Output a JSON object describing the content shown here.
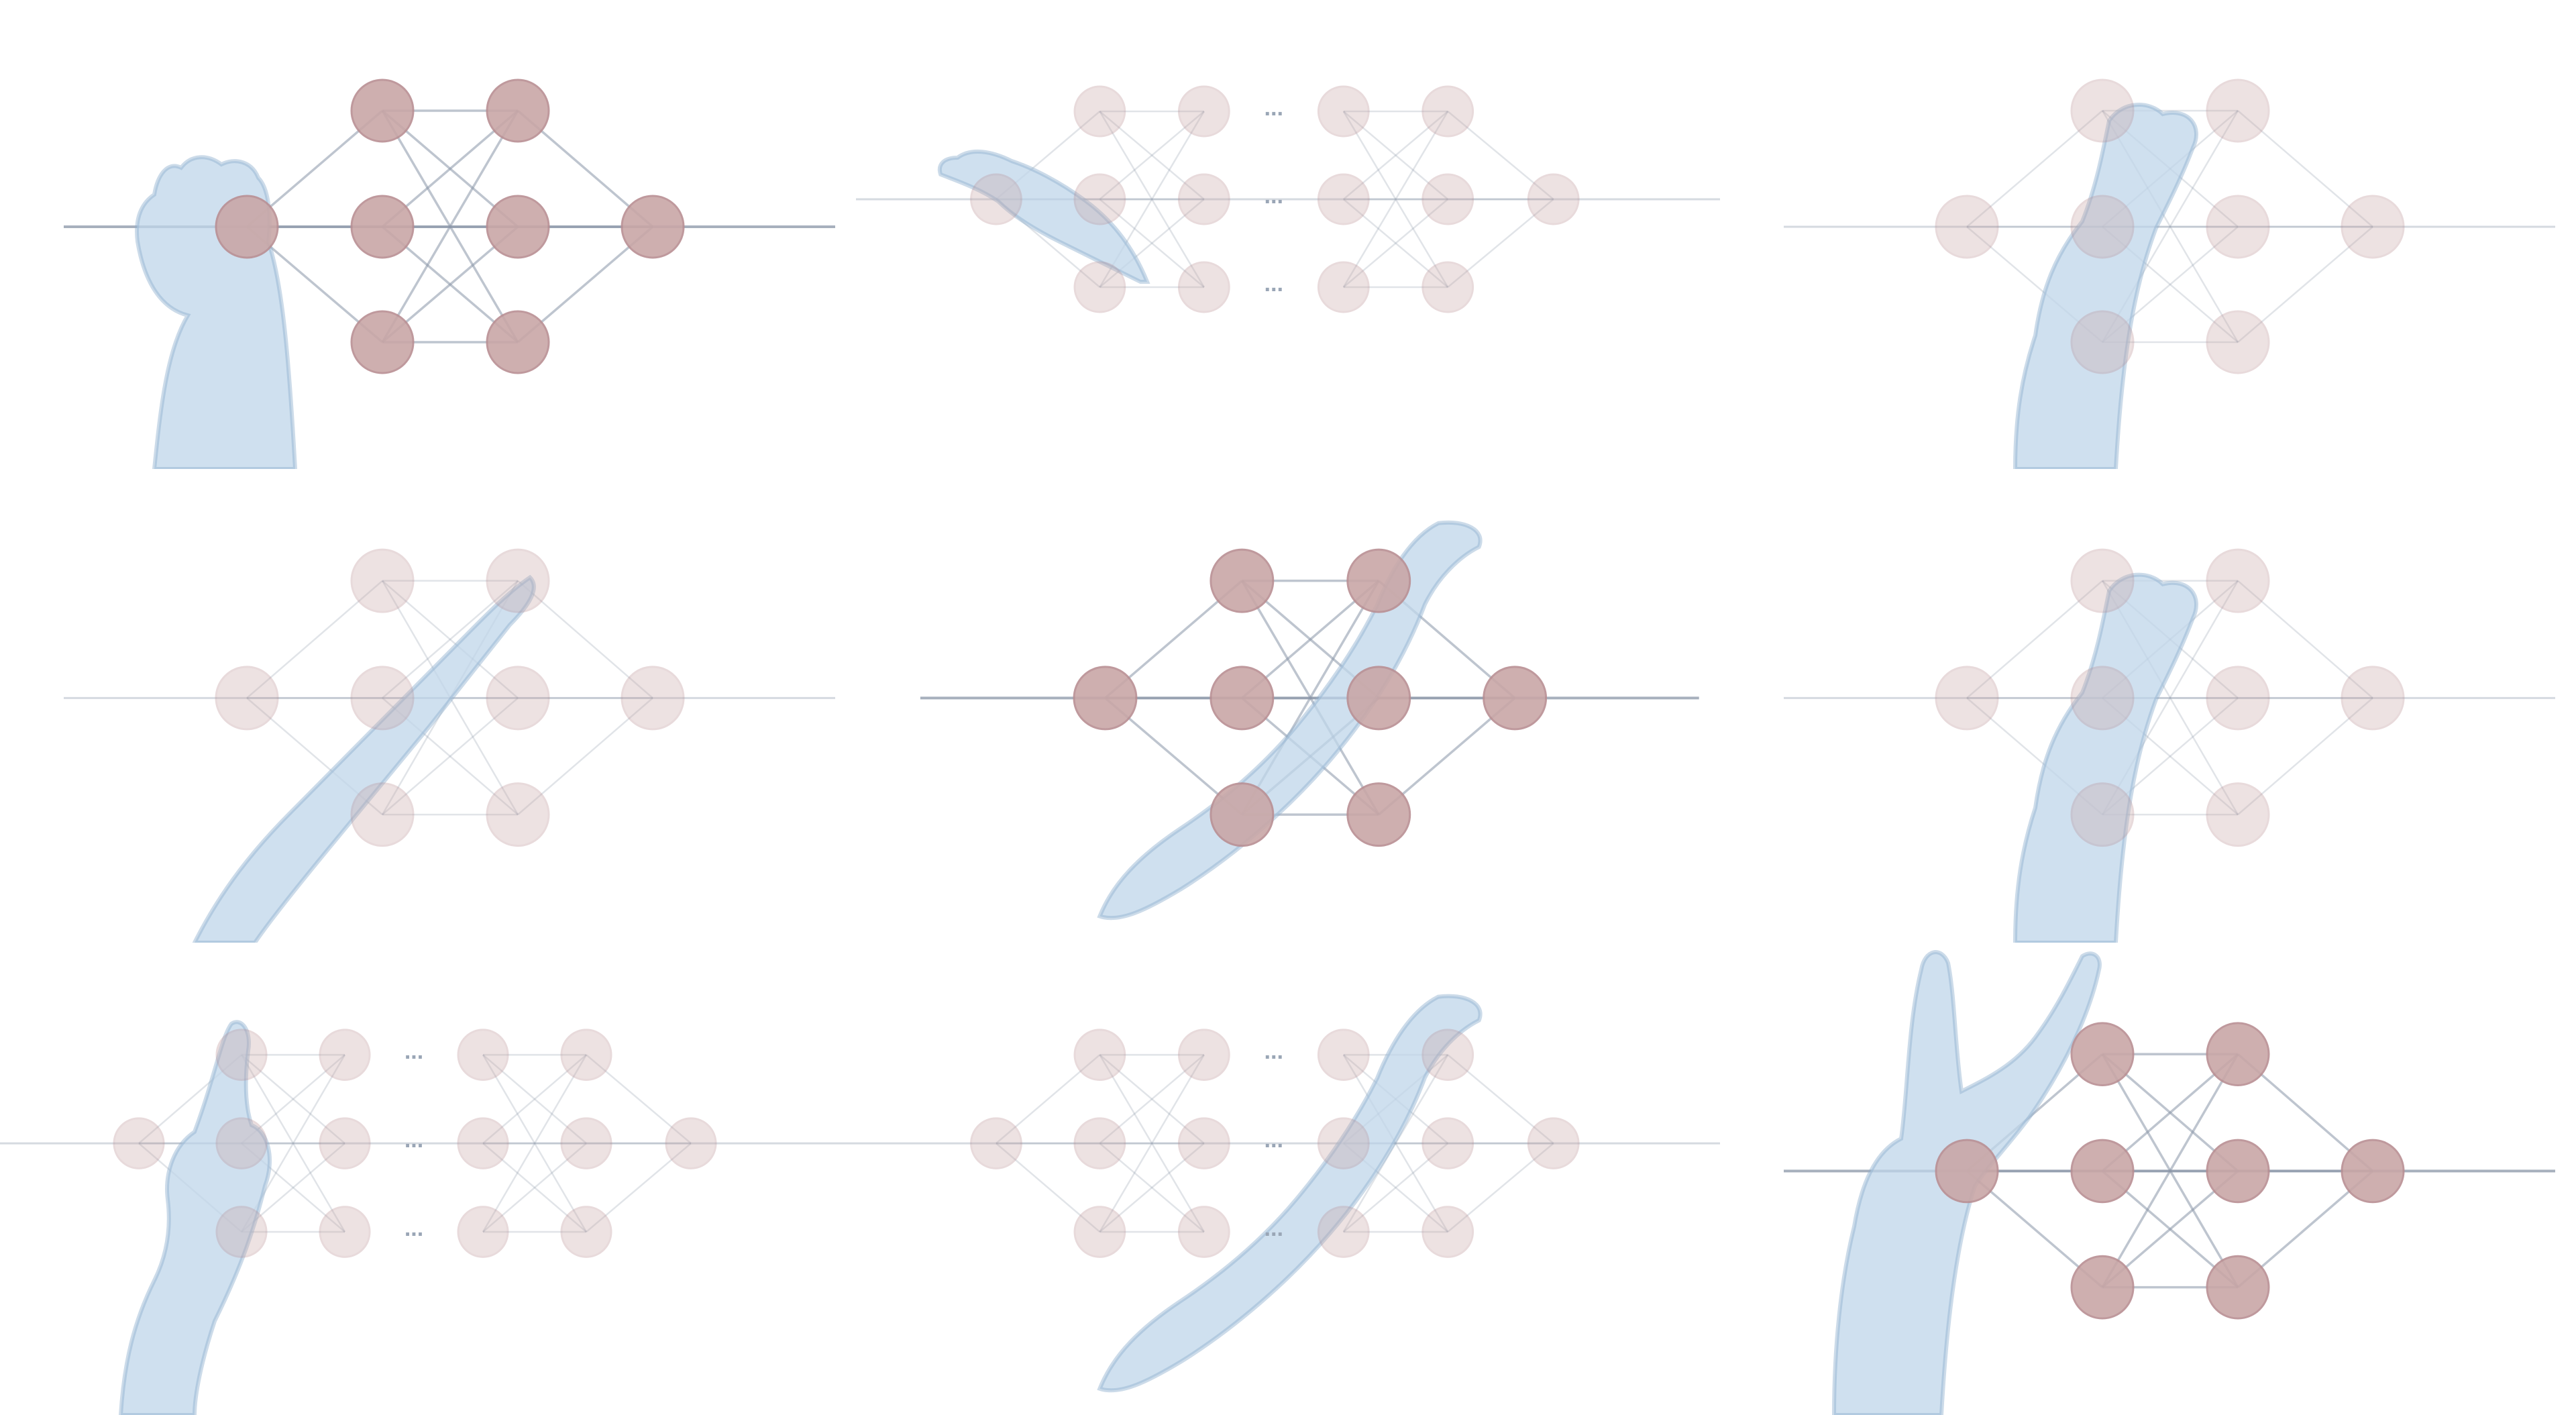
{
  "collage": {
    "rows": 3,
    "cols": 3,
    "background": "#fbfcfe",
    "colors": {
      "node_fill": "#c9a7a7",
      "node_stroke": "#b98f93",
      "edge": "#8a96a8",
      "hand": "#bfd6ea",
      "hand_shadow": "#8fb0cf",
      "active_edge": "#2f5f8f"
    }
  },
  "panels": [
    {
      "id": "r1c1",
      "net": "3-layer",
      "intensity": "strong",
      "hand": "palm-left",
      "ellipsis": false
    },
    {
      "id": "r1c2",
      "net": "deep",
      "intensity": "faint",
      "hand": "reach-left",
      "ellipsis": true,
      "ellipsis_text": "..."
    },
    {
      "id": "r1c3",
      "net": "3-layer",
      "intensity": "faint",
      "hand": "center-up",
      "ellipsis": false
    },
    {
      "id": "r2c1",
      "net": "3-layer",
      "intensity": "faint",
      "hand": "diagonal",
      "ellipsis": false
    },
    {
      "id": "r2c2",
      "net": "3-layer",
      "intensity": "strong",
      "hand": "arm-diagonal",
      "ellipsis": false
    },
    {
      "id": "r2c3",
      "net": "3-layer",
      "intensity": "faint",
      "hand": "center-up",
      "ellipsis": false
    },
    {
      "id": "r3c1",
      "net": "deep",
      "intensity": "faint",
      "hand": "left-up",
      "ellipsis": true,
      "ellipsis_text": "..."
    },
    {
      "id": "r3c2",
      "net": "deep",
      "intensity": "faint",
      "hand": "arm-diagonal",
      "ellipsis": true,
      "ellipsis_text": "..."
    },
    {
      "id": "r3c3",
      "net": "3-layer",
      "intensity": "strong",
      "hand": "pointing-up",
      "ellipsis": false
    }
  ]
}
